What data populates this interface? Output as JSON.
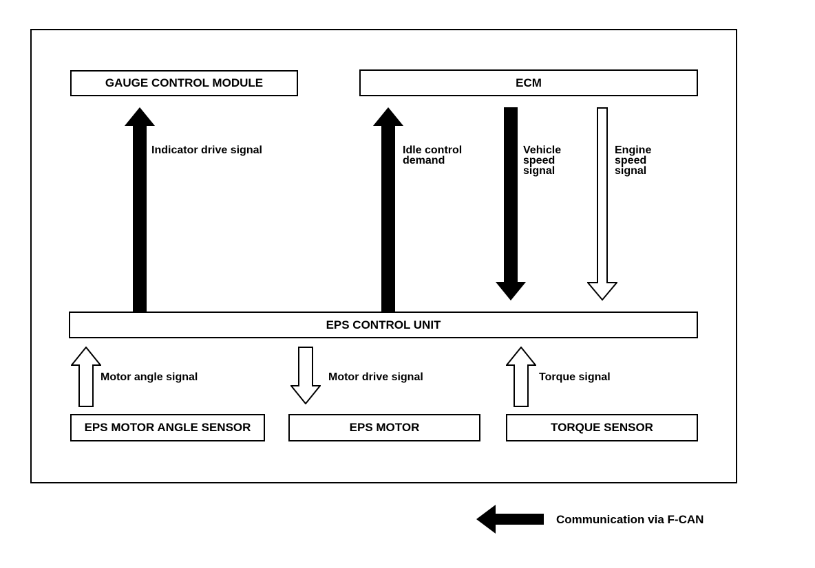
{
  "colors": {
    "ink": "#000000",
    "background": "#ffffff"
  },
  "boxes": {
    "gauge_control_module": "GAUGE CONTROL MODULE",
    "ecm": "ECM",
    "eps_control_unit": "EPS CONTROL UNIT",
    "eps_motor_angle_sensor": "EPS MOTOR ANGLE SENSOR",
    "eps_motor": "EPS MOTOR",
    "torque_sensor": "TORQUE SENSOR"
  },
  "arrows": [
    {
      "label": "Indicator drive signal",
      "direction": "up",
      "style": "filled",
      "from": "EPS CONTROL UNIT",
      "to": "GAUGE CONTROL MODULE"
    },
    {
      "label": "Idle control\ndemand",
      "direction": "up",
      "style": "filled",
      "from": "EPS CONTROL UNIT",
      "to": "ECM"
    },
    {
      "label": "Vehicle\nspeed\nsignal",
      "direction": "down",
      "style": "filled",
      "from": "ECM",
      "to": "EPS CONTROL UNIT"
    },
    {
      "label": "Engine\nspeed\nsignal",
      "direction": "down",
      "style": "outline",
      "from": "ECM",
      "to": "EPS CONTROL UNIT"
    },
    {
      "label": "Motor angle signal",
      "direction": "up",
      "style": "outline",
      "from": "EPS MOTOR ANGLE SENSOR",
      "to": "EPS CONTROL UNIT"
    },
    {
      "label": "Motor drive signal",
      "direction": "down",
      "style": "outline",
      "from": "EPS CONTROL UNIT",
      "to": "EPS MOTOR"
    },
    {
      "label": "Torque signal",
      "direction": "up",
      "style": "outline",
      "from": "TORQUE SENSOR",
      "to": "EPS CONTROL UNIT"
    }
  ],
  "legend": {
    "label": "Communication via F-CAN",
    "symbol": "filled-left-arrow"
  }
}
